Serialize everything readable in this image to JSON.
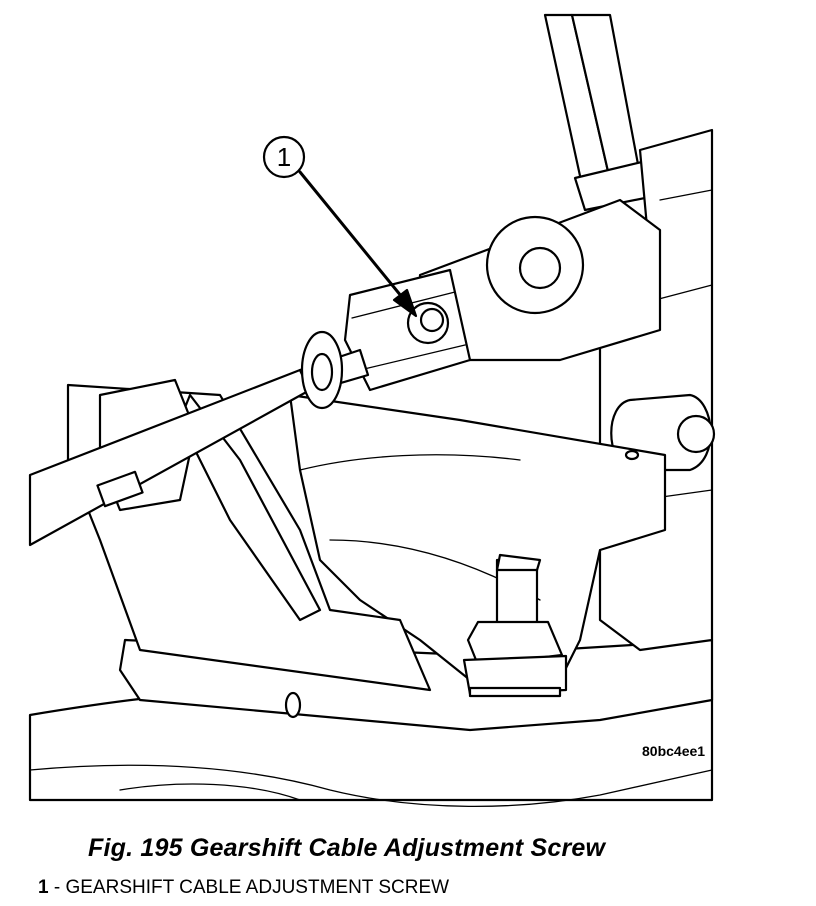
{
  "figure": {
    "caption": "Fig. 195 Gearshift Cable Adjustment Screw",
    "code": "80bc4ee1"
  },
  "callouts": [
    {
      "number": "1",
      "label": "GEARSHIFT CABLE ADJUSTMENT SCREW"
    }
  ],
  "legend_separator": " - "
}
